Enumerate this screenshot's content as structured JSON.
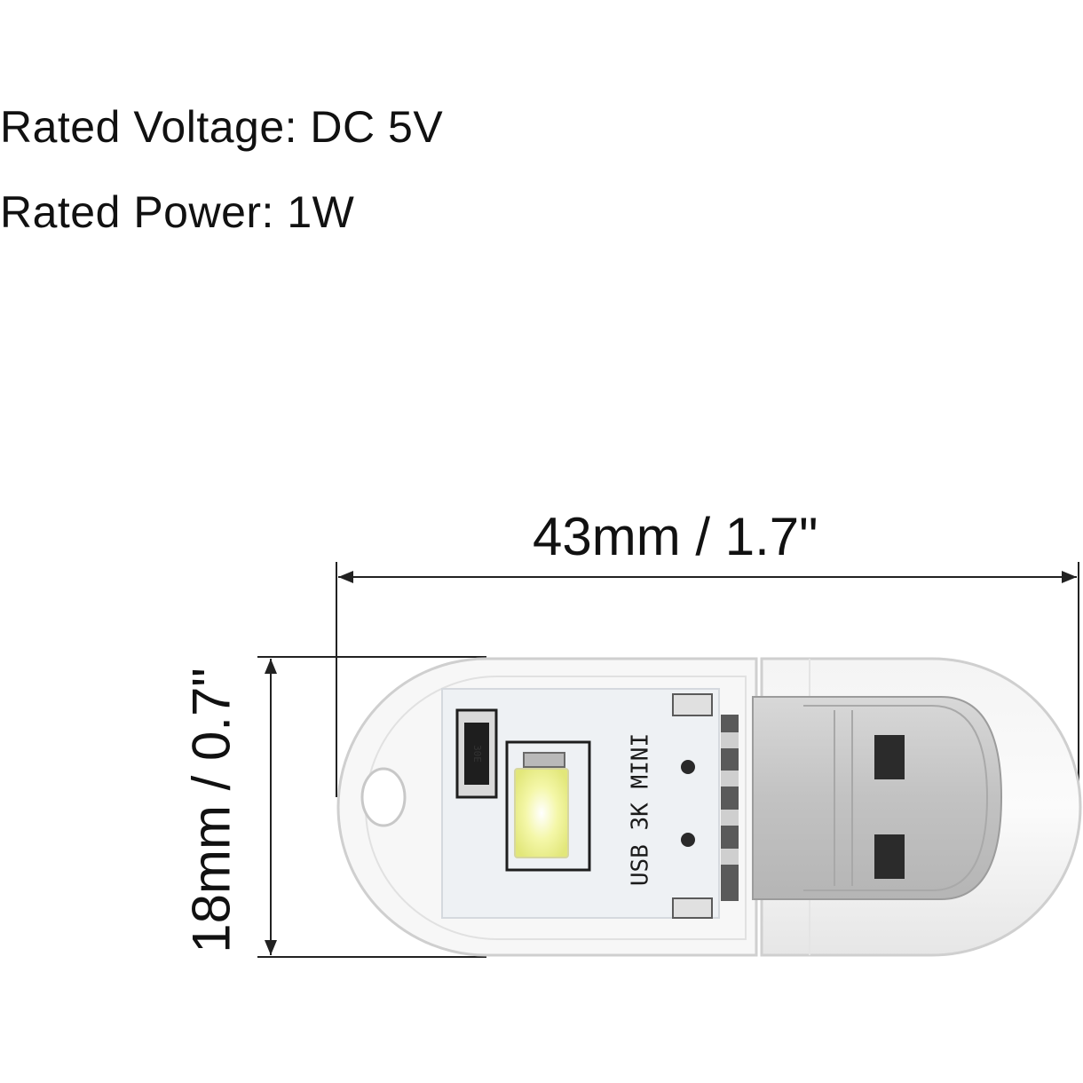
{
  "specs": {
    "rated_voltage": "Rated Voltage: DC 5V",
    "rated_power": "Rated Power: 1W"
  },
  "dimensions": {
    "width_label": "43mm / 1.7\"",
    "height_label": "18mm / 0.7\""
  },
  "pcb": {
    "marking": "USB 3K MINI",
    "resistor_code": "30E"
  },
  "colors": {
    "text": "#111111",
    "led_glow": "#f4f7a8",
    "pcb": "#eef1f4",
    "metal": "#c9c9c9"
  }
}
